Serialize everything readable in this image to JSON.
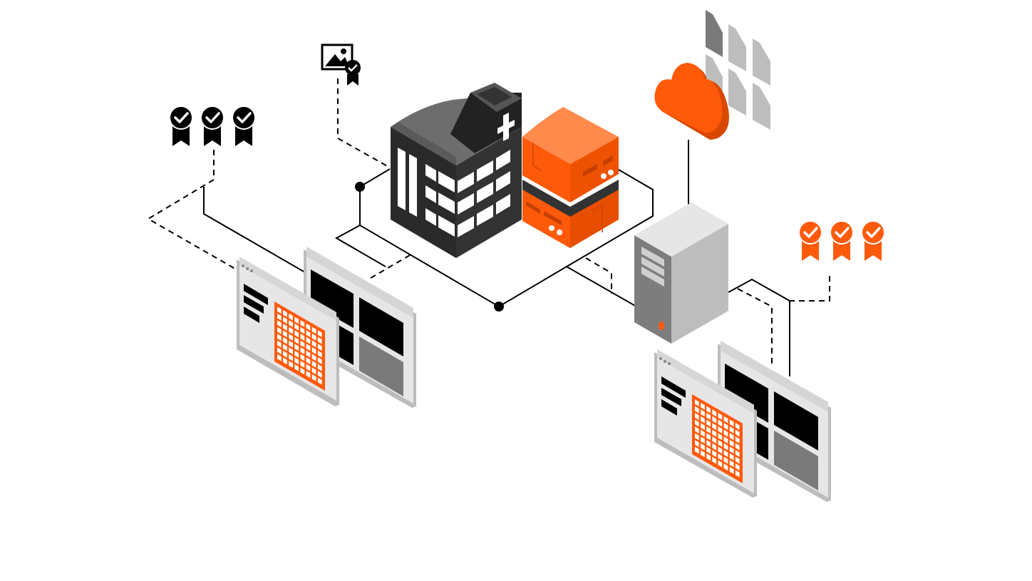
{
  "colors": {
    "accent": "#ff5a0a",
    "accent_light": "#ff8a4c",
    "accent_dark": "#d94800",
    "dark": "#333333",
    "darker": "#222222",
    "mid_gray": "#808080",
    "light_gray": "#e6e6e6",
    "panel_gray": "#bdbdbd",
    "black": "#000000",
    "white": "#ffffff"
  },
  "icons": {
    "hospital": "hospital-building-icon",
    "server_stack": "orange-server-stack-icon",
    "cloud": "cloud-icon",
    "tower_server": "tower-server-icon",
    "image_certified": "certified-image-icon",
    "badge": "certified-badge-icon",
    "dashboard": "dashboard-window-icon",
    "documents": "document-tiles-icon"
  },
  "badge_groups": [
    {
      "color": "black",
      "count": 3
    },
    {
      "color": "orange",
      "count": 3
    }
  ]
}
